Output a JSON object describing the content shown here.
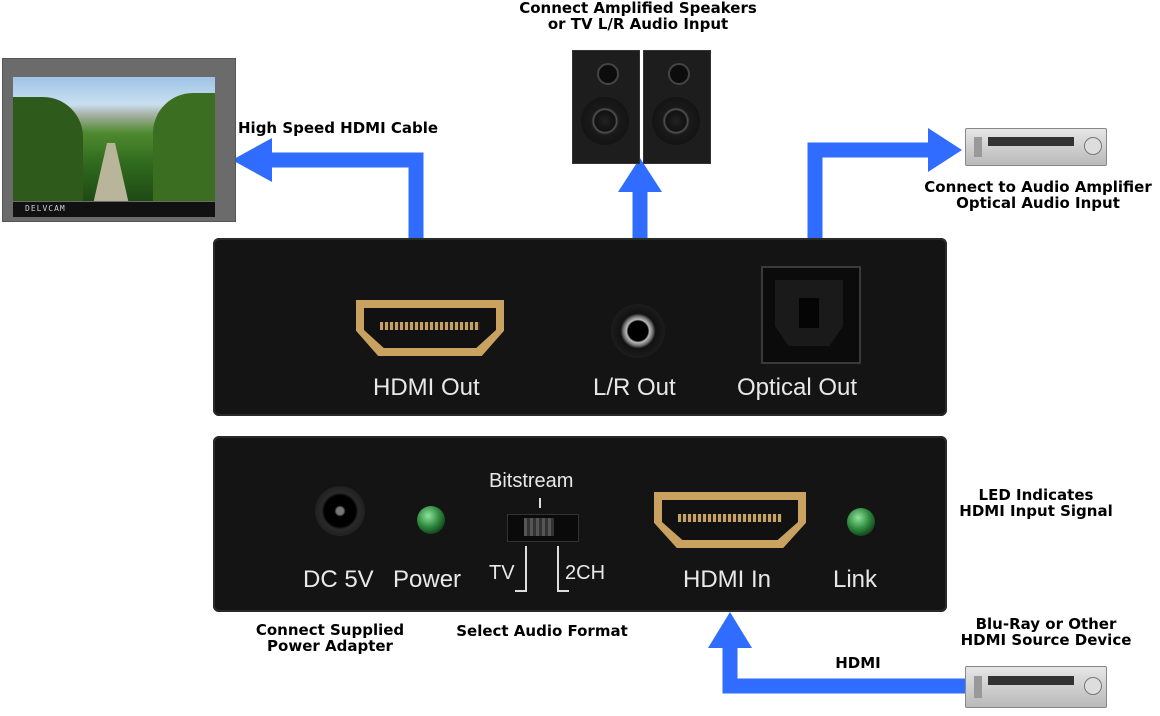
{
  "captions": {
    "speakers": [
      "Connect Amplified Speakers",
      "or TV L/R Audio Input"
    ],
    "hdmi_cable": "High Speed HDMI Cable",
    "amplifier": [
      "Connect to Audio Amplifier",
      "Optical Audio Input"
    ],
    "led": [
      "LED Indicates",
      "HDMI Input Signal"
    ],
    "source": [
      "Blu-Ray or Other",
      "HDMI Source Device"
    ],
    "hdmi": "HDMI",
    "power": [
      "Connect Supplied",
      "Power Adapter"
    ],
    "format": "Select Audio Format"
  },
  "rear_panel": {
    "hdmi_out": "HDMI Out",
    "lr_out": "L/R Out",
    "optical_out": "Optical Out"
  },
  "front_panel": {
    "dc": "DC 5V",
    "power": "Power",
    "bitstream": "Bitstream",
    "tv": "TV",
    "two_ch": "2CH",
    "hdmi_in": "HDMI In",
    "link": "Link"
  },
  "tv_brand": "DELVCAM",
  "colors": {
    "arrow": "#2f6cff",
    "device": "#141414",
    "led": "#2f8a3e"
  }
}
